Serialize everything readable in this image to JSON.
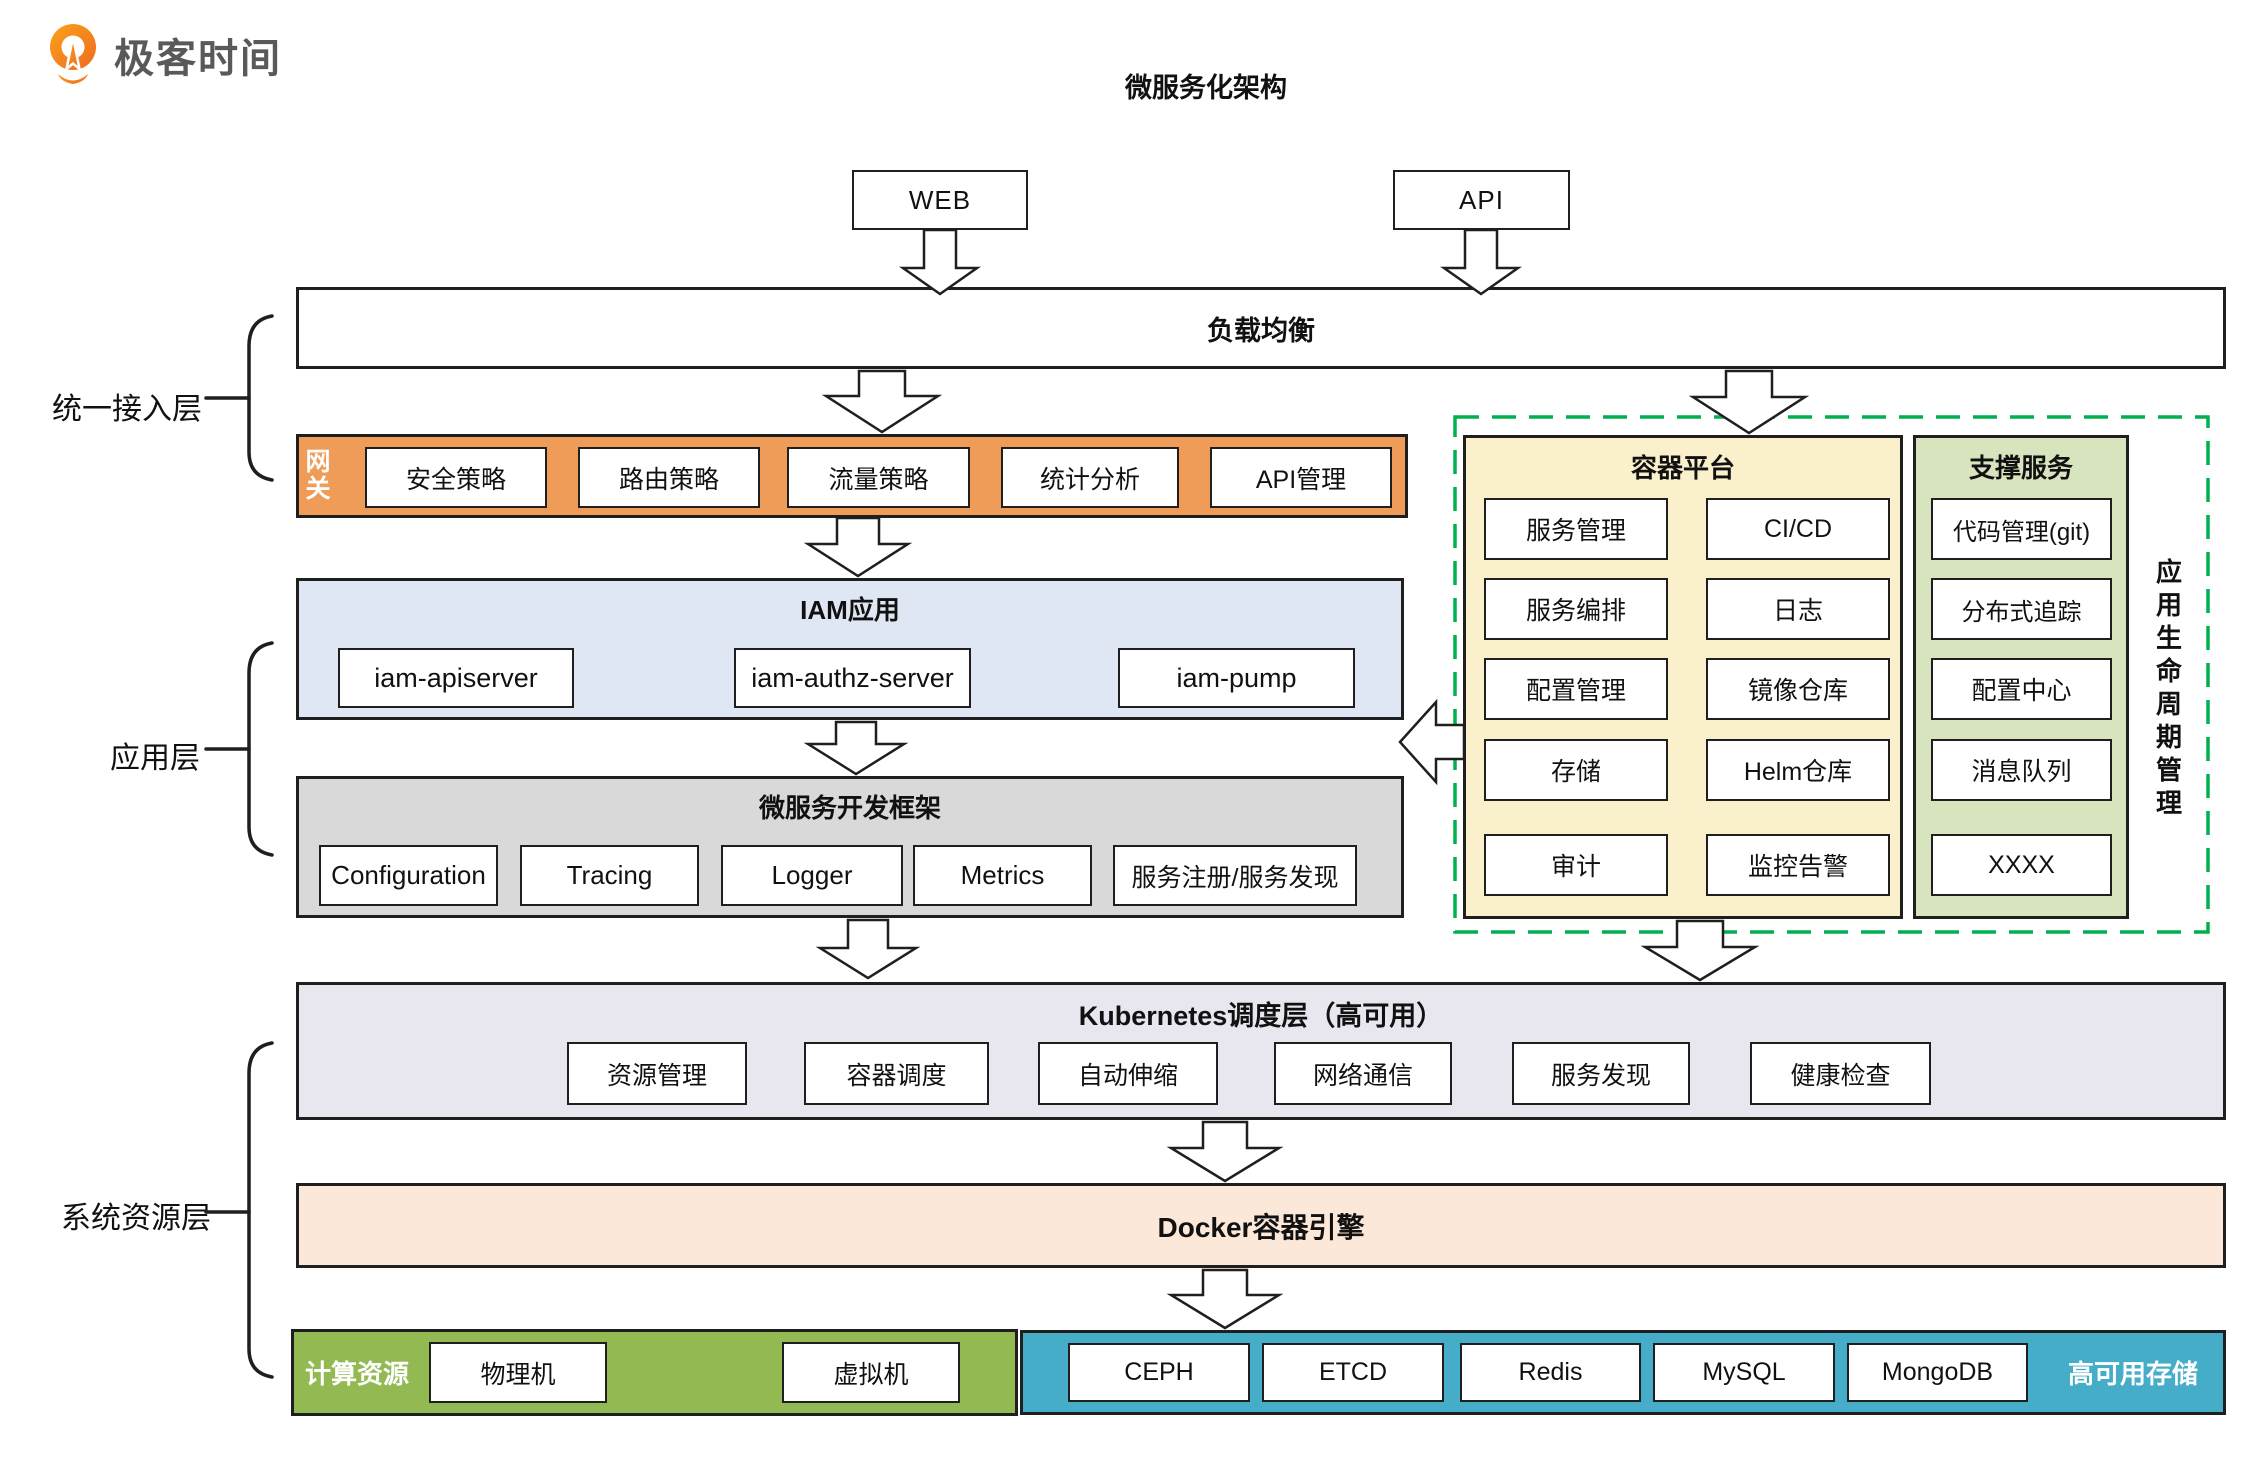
{
  "logo": {
    "text": "极客时间"
  },
  "title": "微服务化架构",
  "clients": {
    "web": "WEB",
    "api": "API"
  },
  "load_balancer": {
    "label": "负载均衡"
  },
  "layers": {
    "access": "统一接入层",
    "application": "应用层",
    "system": "系统资源层"
  },
  "gateway": {
    "label": "网关",
    "items": [
      "安全策略",
      "路由策略",
      "流量策略",
      "统计分析",
      "API管理"
    ]
  },
  "iam": {
    "title": "IAM应用",
    "items": [
      "iam-apiserver",
      "iam-authz-server",
      "iam-pump"
    ]
  },
  "framework": {
    "title": "微服务开发框架",
    "items": [
      "Configuration",
      "Tracing",
      "Logger",
      "Metrics",
      "服务注册/服务发现"
    ]
  },
  "lifecycle": {
    "side_label": "应用生命周期管理",
    "platform": {
      "title": "容器平台",
      "col1": [
        "服务管理",
        "服务编排",
        "配置管理",
        "存储",
        "审计"
      ],
      "col2": [
        "CI/CD",
        "日志",
        "镜像仓库",
        "Helm仓库",
        "监控告警"
      ]
    },
    "support": {
      "title": "支撑服务",
      "items": [
        "代码管理(git)",
        "分布式追踪",
        "配置中心",
        "消息队列",
        "XXXX"
      ]
    }
  },
  "kubernetes": {
    "title": "Kubernetes调度层（高可用）",
    "items": [
      "资源管理",
      "容器调度",
      "自动伸缩",
      "网络通信",
      "服务发现",
      "健康检查"
    ]
  },
  "docker": {
    "title": "Docker容器引擎"
  },
  "compute": {
    "label": "计算资源",
    "items": [
      "物理机",
      "虚拟机"
    ]
  },
  "storage": {
    "label": "高可用存储",
    "items": [
      "CEPH",
      "ETCD",
      "Redis",
      "MySQL",
      "MongoDB"
    ]
  },
  "colors": {
    "gateway_orange": "#EF9C58",
    "iam_blue": "#DEE7F3",
    "framework_gray": "#D9D9D9",
    "platform_cream": "#FAF0CC",
    "support_green": "#D8E4BE",
    "k8s_lavender": "#E8E6EF",
    "docker_peach": "#FBE8D8",
    "compute_green": "#93B952",
    "storage_teal": "#45ADC8",
    "lifecycle_dashed_green": "#00B050",
    "logo_orange": "#F58220"
  }
}
